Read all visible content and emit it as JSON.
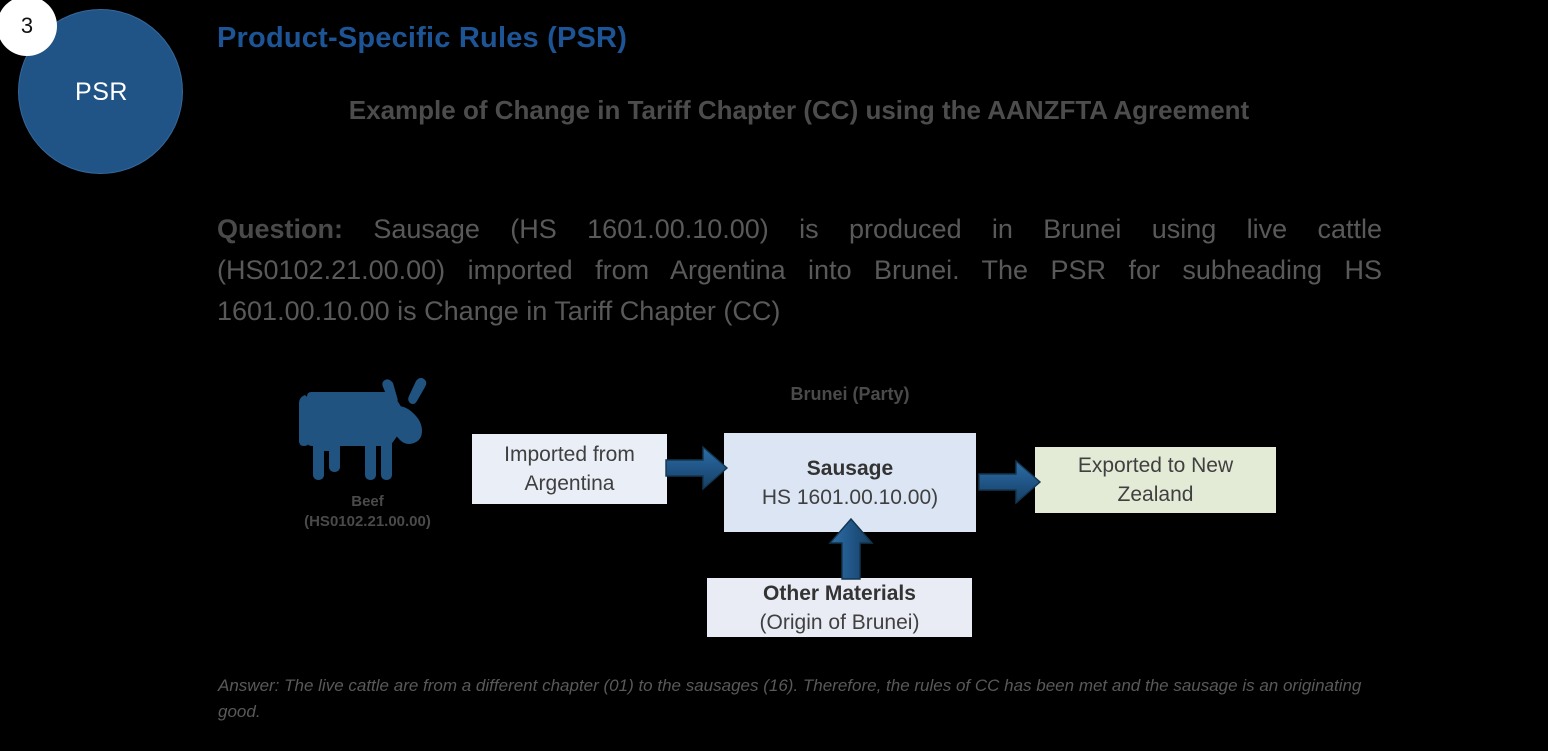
{
  "badge": {
    "number": "3",
    "label": "PSR"
  },
  "header": {
    "title": "Product-Specific Rules (PSR)",
    "subtitle": "Example of Change in Tariff Chapter (CC) using the AANZFTA Agreement"
  },
  "question": {
    "lead": "Question:",
    "body": " Sausage (HS 1601.00.10.00) is produced in Brunei using live cattle (HS0102.21.00.00) imported from Argentina into Brunei. The PSR for subheading HS 1601.00.10.00 is Change in Tariff Chapter (CC)"
  },
  "diagram": {
    "cow_icon": "cow-icon",
    "cow_label_line1": "Beef",
    "cow_label_line2": "(HS0102.21.00.00)",
    "party_label": "Brunei (Party)",
    "box_import_line1": "Imported from",
    "box_import_line2": "Argentina",
    "box_sausage_line1": "Sausage",
    "box_sausage_line2": "HS 1601.00.10.00)",
    "box_export_line1": "Exported to New",
    "box_export_line2": "Zealand",
    "box_other_line1": "Other Materials",
    "box_other_line2": "(Origin of Brunei)",
    "arrow_right_1": "arrow-right-icon",
    "arrow_right_2": "arrow-right-icon",
    "arrow_up": "arrow-up-icon"
  },
  "answer": {
    "text": "Answer: The live cattle are from a different chapter (01) to the sausages (16). Therefore, the rules of CC has been met and the sausage is an originating good."
  },
  "colors": {
    "brand_blue": "#215486",
    "title_blue": "#1d5495",
    "box_import": "#eaeef7",
    "box_sausage": "#dbe5f3",
    "box_export": "#e3ebd7",
    "box_other": "#e9ecf5",
    "arrow_blue": "#1f5384",
    "text_gray": "#595959",
    "background": "#000000"
  }
}
